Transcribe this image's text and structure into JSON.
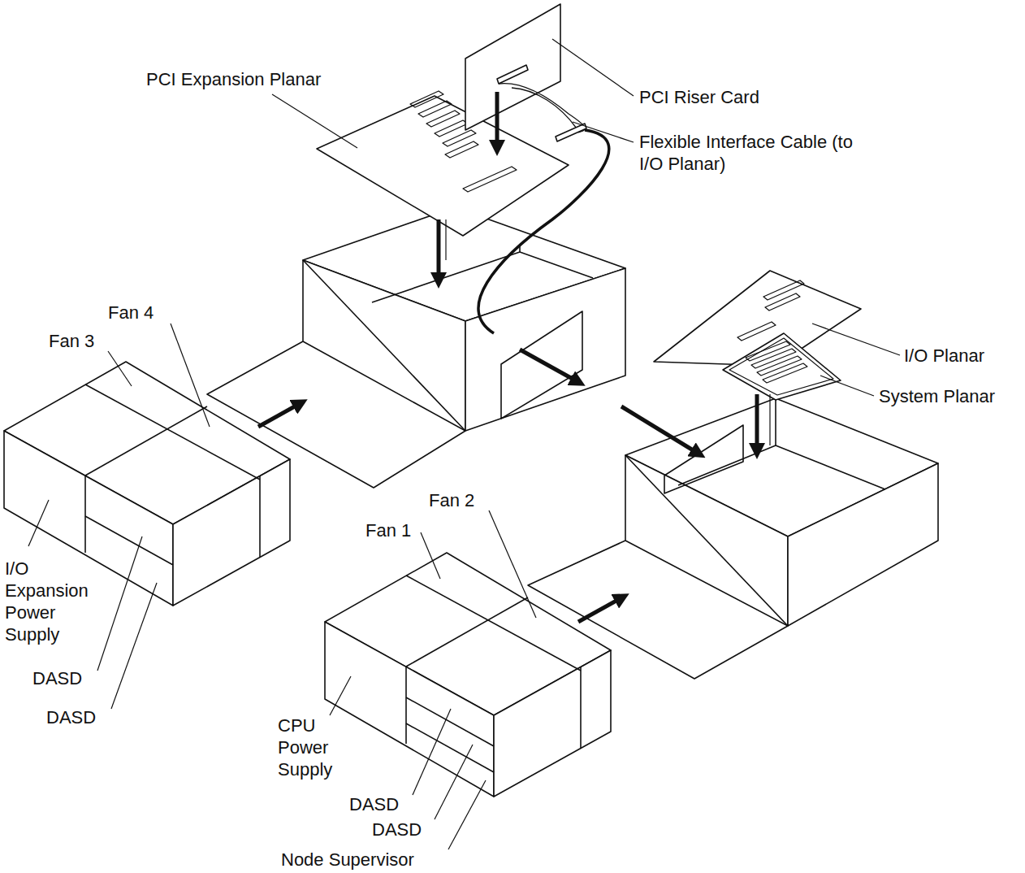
{
  "diagram": {
    "labels": [
      "PCI Expansion Planar",
      "PCI Riser Card",
      "Flexible Interface Cable (to I/O Planar)",
      "Fan 4",
      "Fan 3",
      "I/O Planar",
      "System Planar",
      "I/O Expansion Power Supply",
      "DASD",
      "DASD",
      "Fan 2",
      "Fan 1",
      "CPU Power Supply",
      "DASD",
      "DASD",
      "Node Supervisor"
    ]
  }
}
